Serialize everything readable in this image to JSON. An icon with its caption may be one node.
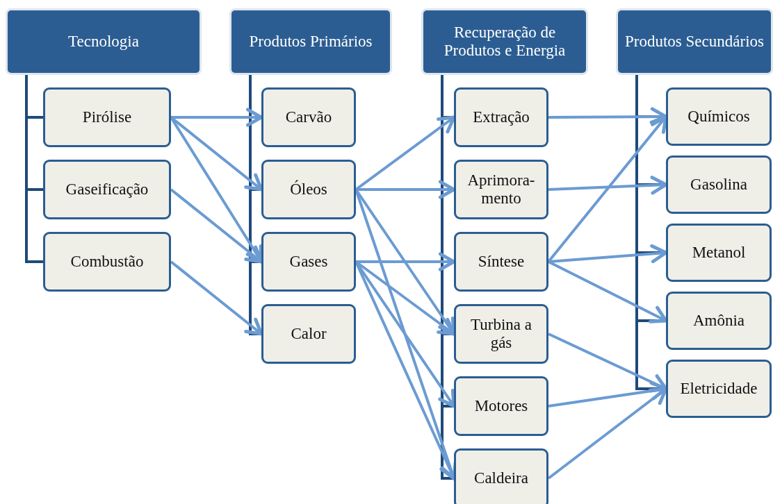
{
  "diagram": {
    "nodes": [
      {
        "text": [
          "Tecnologia"
        ]
      },
      {
        "text": [
          "Pirólise"
        ]
      },
      {
        "text": [
          "Gaseificação"
        ]
      },
      {
        "text": [
          "Combustão"
        ]
      },
      {
        "text": [
          "Produtos Primários"
        ]
      },
      {
        "text": [
          "Carvão"
        ]
      },
      {
        "text": [
          "Óleos"
        ]
      },
      {
        "text": [
          "Gases"
        ]
      },
      {
        "text": [
          "Calor"
        ]
      },
      {
        "text": [
          "Recuperação de Produtos e Energia"
        ]
      },
      {
        "text": [
          "Extração"
        ]
      },
      {
        "text": [
          "Aprimora-mento"
        ]
      },
      {
        "text": [
          "Síntese"
        ]
      },
      {
        "text": [
          "Turbina a gás"
        ]
      },
      {
        "text": [
          "Motores"
        ]
      },
      {
        "text": [
          "Caldeira"
        ]
      },
      {
        "text": [
          "Produtos Secundários"
        ]
      },
      {
        "text": [
          "Químicos"
        ]
      },
      {
        "text": [
          "Gasolina"
        ]
      },
      {
        "text": [
          "Metanol"
        ]
      },
      {
        "text": [
          "Amônia"
        ]
      },
      {
        "text": [
          "Eletricidade"
        ]
      }
    ],
    "edges": [
      {
        "from": 0,
        "to": 1,
        "arrow": "none"
      },
      {
        "from": 0,
        "to": 2,
        "arrow": "none"
      },
      {
        "from": 0,
        "to": 3,
        "arrow": "none"
      },
      {
        "from": 4,
        "to": 5,
        "arrow": "none"
      },
      {
        "from": 4,
        "to": 6,
        "arrow": "none"
      },
      {
        "from": 4,
        "to": 7,
        "arrow": "none"
      },
      {
        "from": 4,
        "to": 8,
        "arrow": "none"
      },
      {
        "from": 9,
        "to": 10,
        "arrow": "none"
      },
      {
        "from": 9,
        "to": 11,
        "arrow": "none"
      },
      {
        "from": 9,
        "to": 12,
        "arrow": "none"
      },
      {
        "from": 9,
        "to": 13,
        "arrow": "none"
      },
      {
        "from": 9,
        "to": 14,
        "arrow": "none"
      },
      {
        "from": 9,
        "to": 15,
        "arrow": "none"
      },
      {
        "from": 16,
        "to": 17,
        "arrow": "none"
      },
      {
        "from": 16,
        "to": 18,
        "arrow": "none"
      },
      {
        "from": 16,
        "to": 19,
        "arrow": "none"
      },
      {
        "from": 16,
        "to": 20,
        "arrow": "none"
      },
      {
        "from": 16,
        "to": 21,
        "arrow": "none"
      },
      {
        "from": 1,
        "to": 5,
        "arrow": "to"
      },
      {
        "from": 1,
        "to": 6,
        "arrow": "to"
      },
      {
        "from": 1,
        "to": 7,
        "arrow": "to"
      },
      {
        "from": 2,
        "to": 7,
        "arrow": "to"
      },
      {
        "from": 3,
        "to": 8,
        "arrow": "to"
      },
      {
        "from": 6,
        "to": 10,
        "arrow": "to"
      },
      {
        "from": 6,
        "to": 11,
        "arrow": "to"
      },
      {
        "from": 6,
        "to": 13,
        "arrow": "to"
      },
      {
        "from": 6,
        "to": 15,
        "arrow": "to"
      },
      {
        "from": 7,
        "to": 12,
        "arrow": "to"
      },
      {
        "from": 7,
        "to": 13,
        "arrow": "to"
      },
      {
        "from": 7,
        "to": 14,
        "arrow": "to"
      },
      {
        "from": 7,
        "to": 15,
        "arrow": "to"
      },
      {
        "from": 10,
        "to": 17,
        "arrow": "to"
      },
      {
        "from": 11,
        "to": 18,
        "arrow": "to"
      },
      {
        "from": 12,
        "to": 17,
        "arrow": "to"
      },
      {
        "from": 12,
        "to": 19,
        "arrow": "to"
      },
      {
        "from": 12,
        "to": 20,
        "arrow": "to"
      },
      {
        "from": 13,
        "to": 21,
        "arrow": "to"
      },
      {
        "from": 14,
        "to": 21,
        "arrow": "to"
      },
      {
        "from": 15,
        "to": 21,
        "arrow": "to"
      }
    ]
  }
}
